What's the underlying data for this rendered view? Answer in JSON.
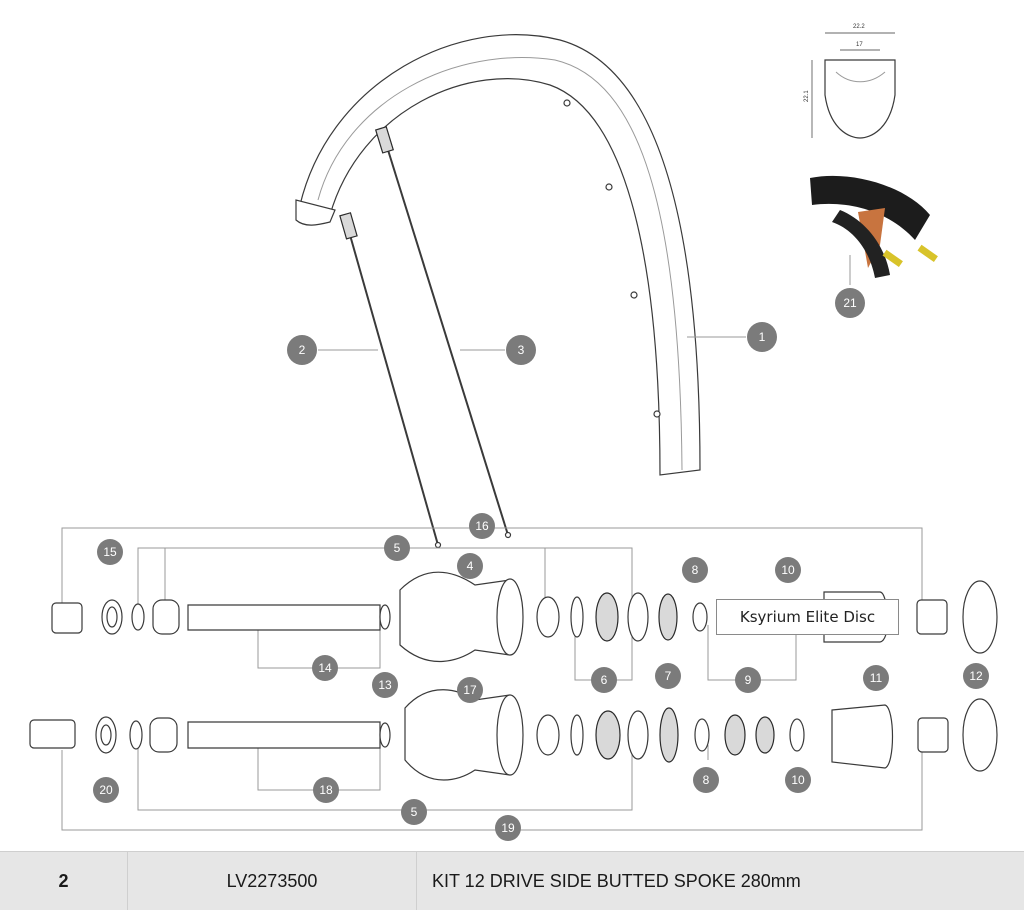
{
  "diagram": {
    "callouts": [
      "1",
      "2",
      "3",
      "4",
      "5",
      "6",
      "7",
      "8",
      "9",
      "10",
      "11",
      "12",
      "13",
      "14",
      "15",
      "16",
      "17",
      "18",
      "19",
      "20",
      "21",
      "5",
      "8",
      "10"
    ],
    "rim_profile": {
      "outer_width": "22.2",
      "inner_width": "17",
      "height": "22.1"
    },
    "tooltip": "Ksyrium Elite Disc"
  },
  "parts_table": {
    "row": {
      "number": "2",
      "reference": "LV2273500",
      "description": "KIT 12 DRIVE SIDE BUTTED SPOKE 280mm"
    }
  },
  "colors": {
    "callout": "#7b7b7b",
    "table_bg": "#e6e6e6",
    "accent_tire": "#c8743f",
    "valve": "#d8c32a"
  }
}
